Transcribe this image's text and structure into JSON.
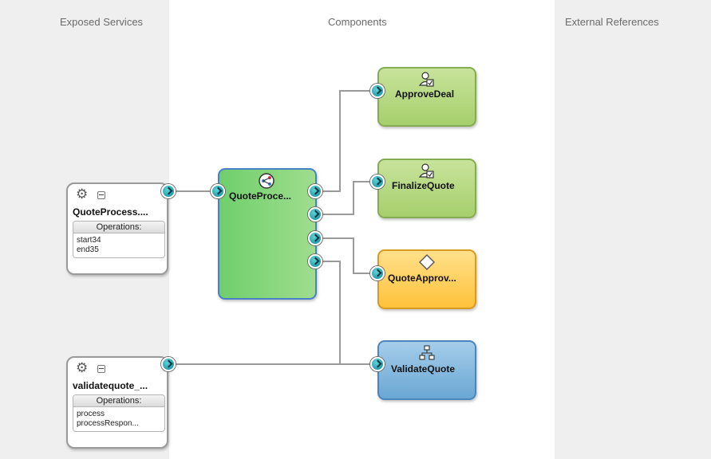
{
  "lanes": {
    "exposed_services": "Exposed Services",
    "components": "Components",
    "external_references": "External References"
  },
  "services": [
    {
      "title": "QuoteProcess....",
      "ops_header": "Operations:",
      "operations": [
        "start34",
        "end35"
      ]
    },
    {
      "title": "validatequote_...",
      "ops_header": "Operations:",
      "operations": [
        "process",
        "processRespon..."
      ]
    }
  ],
  "components": {
    "quote_process": {
      "label": "QuoteProce...",
      "icon": "bpmn-process-icon",
      "color": "#86d278"
    },
    "approve_deal": {
      "label": "ApproveDeal",
      "icon": "human-task-icon",
      "color": "#b6d97f"
    },
    "finalize_quote": {
      "label": "FinalizeQuote",
      "icon": "human-task-icon",
      "color": "#b6d97f"
    },
    "quote_approval": {
      "label": "QuoteApprov...",
      "icon": "business-rule-icon",
      "color": "#ffcf4d"
    },
    "validate_quote": {
      "label": "ValidateQuote",
      "icon": "mediator-icon",
      "color": "#86b9dd"
    }
  },
  "colors": {
    "lane_bg": "#efefef",
    "wire": "#9a9a9a",
    "port": "#1aa0b0"
  }
}
